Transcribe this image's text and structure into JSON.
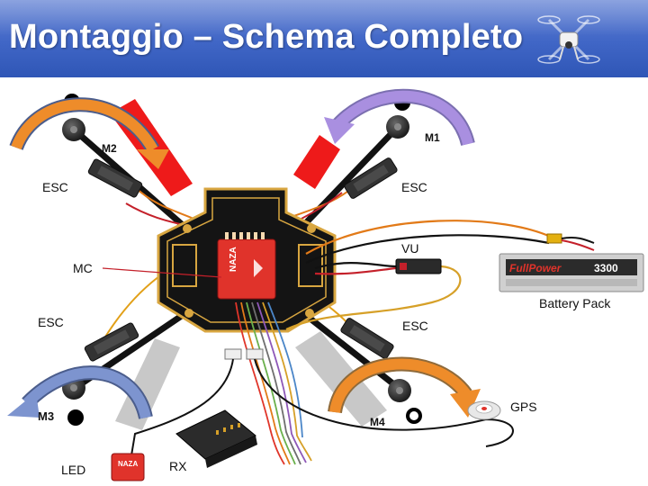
{
  "header": {
    "title": "Montaggio – Schema Completo"
  },
  "labels": {
    "m1": "M1",
    "m2": "M2",
    "m3": "M3",
    "m4": "M4",
    "esc": "ESC",
    "mc": "MC",
    "vu": "VU",
    "battery_pack": "Battery Pack",
    "gps": "GPS",
    "led": "LED",
    "rx": "RX"
  },
  "parts": {
    "controller_brand": "NAZA",
    "battery_brand": "FullPower",
    "battery_capacity": "3300",
    "led_brand": "NAZA"
  },
  "colors": {
    "header_blue": "#3f64c4",
    "board_black": "#141414",
    "board_gold": "#d8a640",
    "controller_red": "#e0332b",
    "arrow_orange": "#ee8c2a",
    "arrow_purple": "#a98fe0",
    "prop_red": "#ee1a1a",
    "prop_grey": "#c8c8c8"
  }
}
